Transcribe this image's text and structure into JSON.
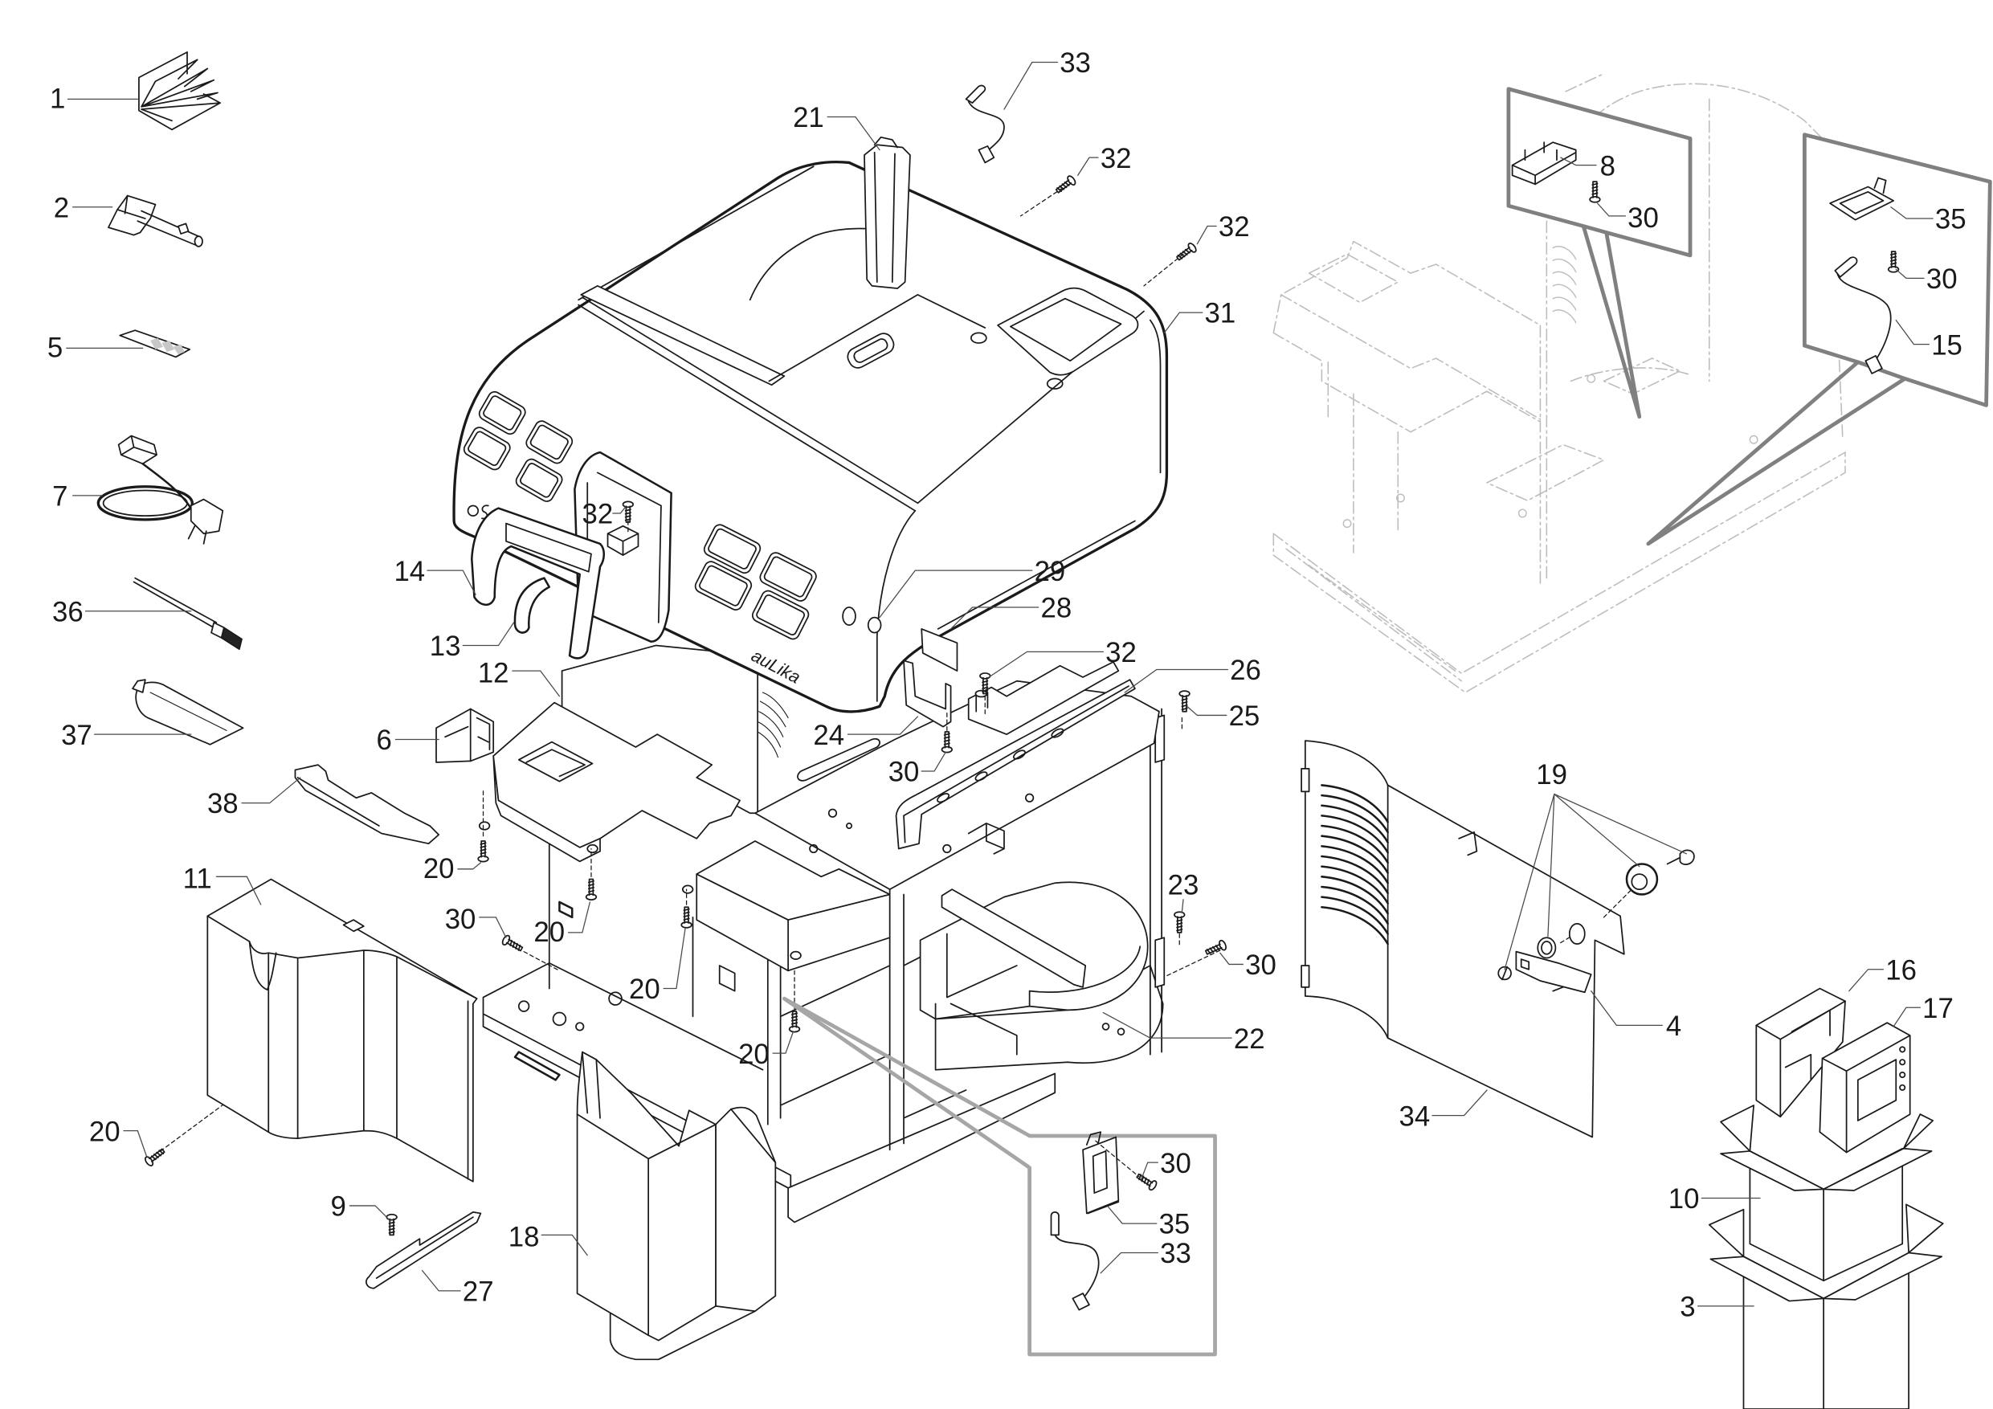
{
  "diagram": {
    "brand_logo": "auLika",
    "accessories": [
      "1",
      "2",
      "5",
      "7",
      "36",
      "37"
    ],
    "main_assembly": [
      "38",
      "14",
      "13",
      "12",
      "6",
      "32",
      "20",
      "30",
      "20",
      "20",
      "20",
      "11",
      "20",
      "9",
      "27",
      "18",
      "21",
      "33",
      "32",
      "32",
      "31",
      "29",
      "28",
      "32",
      "26",
      "25",
      "24",
      "30",
      "23",
      "30",
      "22"
    ],
    "inset_top_left": [
      "8",
      "30"
    ],
    "inset_top_right": [
      "35",
      "30",
      "15"
    ],
    "inset_bottom": [
      "30",
      "35",
      "33"
    ],
    "side_panel": [
      "19",
      "4",
      "34"
    ],
    "packaging": [
      "16",
      "17",
      "10",
      "3"
    ]
  },
  "colors": {
    "line": "#1a1a1a",
    "ghost_line": "#bdbdbd",
    "callout_frame": "#808080",
    "callout_frame_light": "#a6a6a6",
    "background": "#ffffff"
  }
}
